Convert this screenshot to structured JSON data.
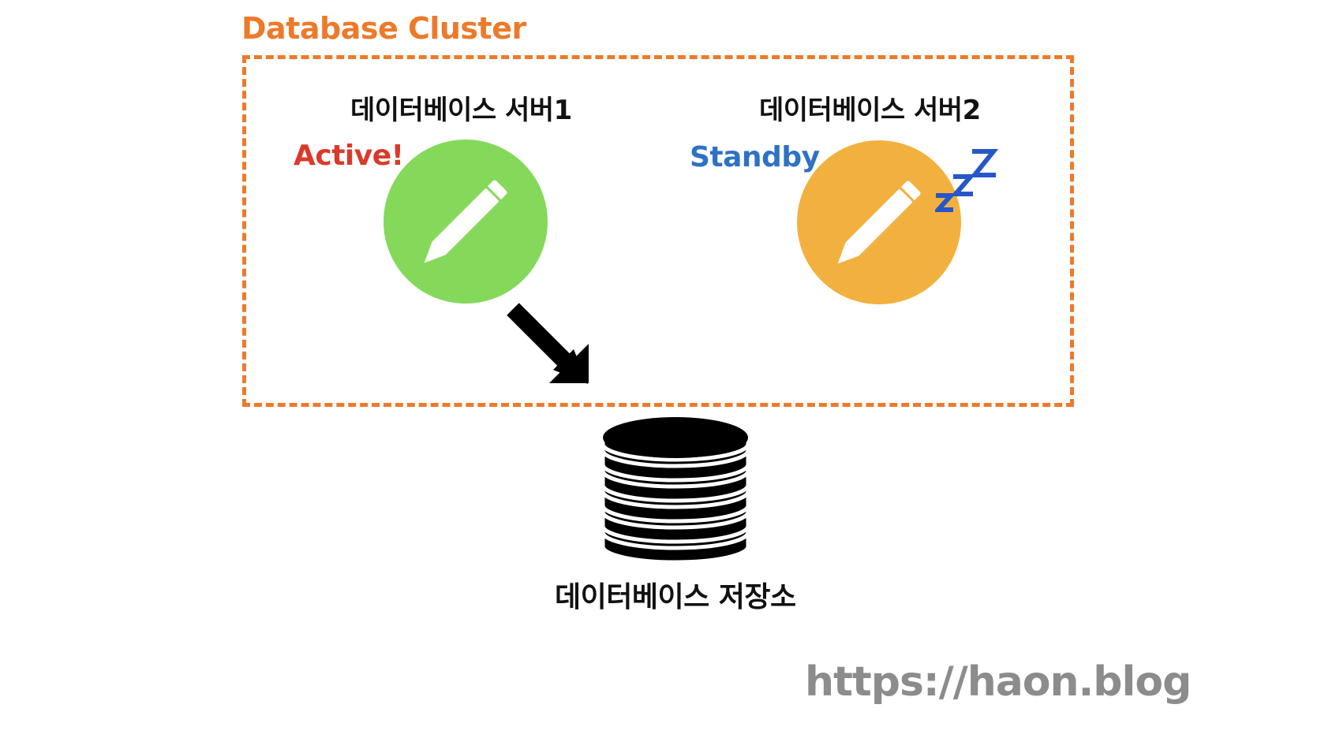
{
  "cluster": {
    "title": "Database Cluster",
    "border_color": "#ec7a2a"
  },
  "servers": [
    {
      "name": "데이터베이스 서버1",
      "status": "Active!",
      "status_color": "#d93a2b",
      "node_color": "#84d95a",
      "icon": "pencil-icon"
    },
    {
      "name": "데이터베이스 서버2",
      "status": "Standby",
      "status_color": "#2f72c4",
      "node_color": "#f2b13f",
      "icon": "pencil-icon",
      "badge_icon": "sleep-zzz-icon"
    }
  ],
  "connection": {
    "icon": "arrow-down-right-icon"
  },
  "storage": {
    "label": "데이터베이스 저장소",
    "icon": "database-icon"
  },
  "watermark": "https://haon.blog"
}
